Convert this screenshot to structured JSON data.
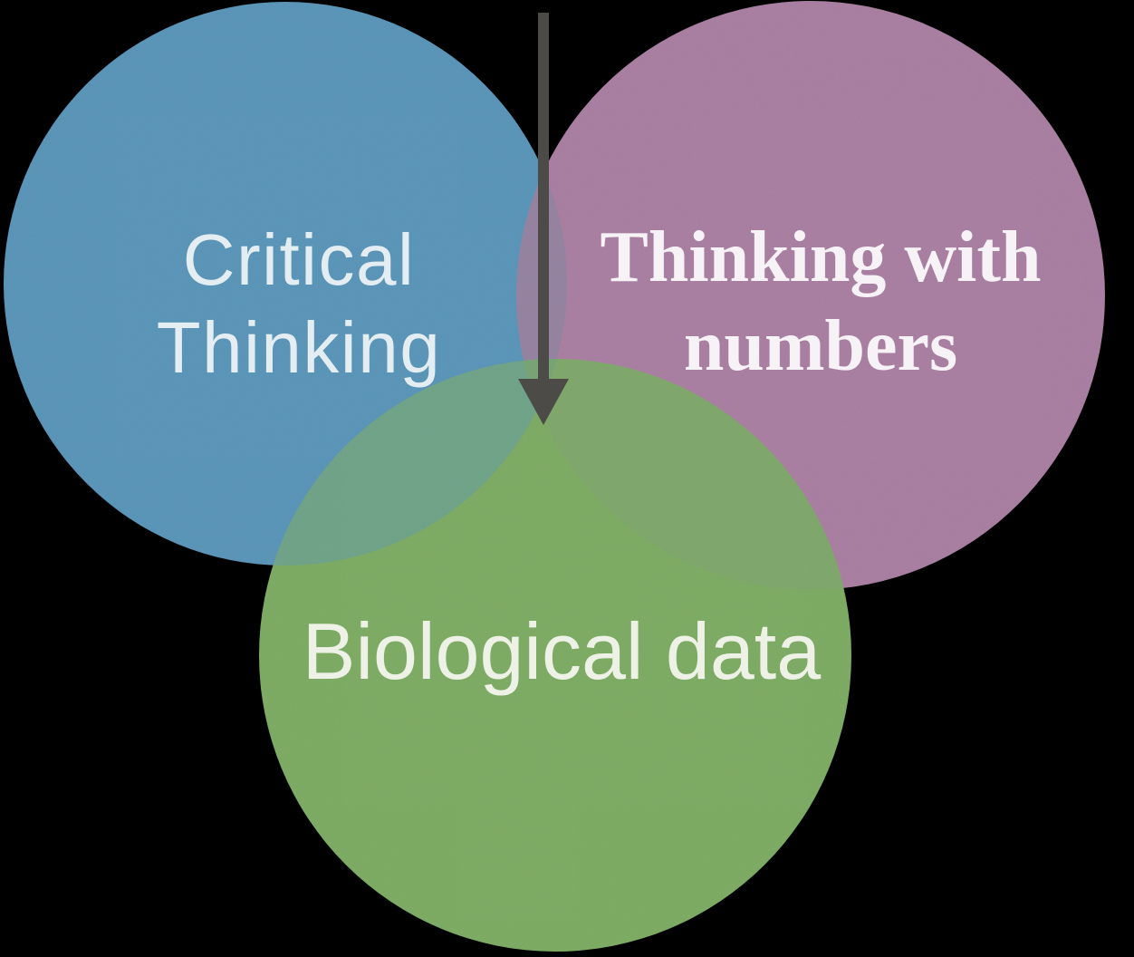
{
  "background_color": "#000000",
  "diagram": {
    "type": "venn-3-circles",
    "sets": [
      {
        "name": "critical-thinking",
        "lines": {
          "line1": "Critical",
          "line2": "Thinking"
        },
        "color": "#5793b7",
        "text_color": "#e4edf2"
      },
      {
        "name": "thinking-with-numbers",
        "lines": {
          "line1": "Thinking with",
          "line2": "numbers"
        },
        "color": "#a87da0",
        "text_color": "#f6f2f6"
      },
      {
        "name": "biological-data",
        "lines": {
          "line1": "Biological data"
        },
        "color": "#7baa61",
        "text_color": "#eef2e6"
      }
    ],
    "overlaps": {
      "critical_numbers": "#93819f",
      "critical_biological": "#6da286",
      "numbers_biological": "#7da669",
      "all_three": "#76a272"
    },
    "arrow": {
      "color": "#4c4b48"
    }
  }
}
